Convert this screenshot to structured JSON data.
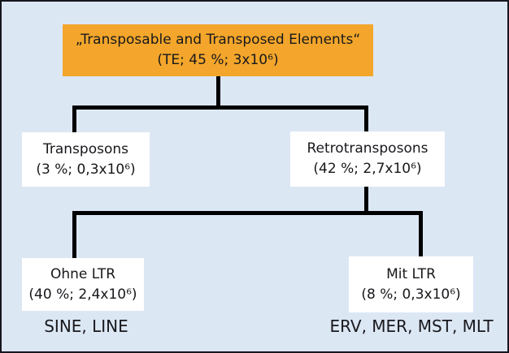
{
  "diagram": {
    "root": {
      "label": "„Transposable and Transposed Elements“",
      "detail": "(TE; 45 %; 3x10⁶)",
      "children": [
        {
          "label": "Transposons",
          "detail": "(3 %; 0,3x10⁶)"
        },
        {
          "label": "Retrotransposons",
          "detail": "(42 %; 2,7x10⁶)",
          "children": [
            {
              "label": "Ohne LTR",
              "detail": "(40 %; 2,4x10⁶)",
              "examples": "SINE, LINE"
            },
            {
              "label": "Mit LTR",
              "detail": "(8 %; 0,3x10⁶)",
              "examples": "ERV, MER, MST, MLT"
            }
          ]
        }
      ]
    },
    "colors": {
      "background": "#dce7f4",
      "root_fill": "#f3a62b",
      "node_fill": "#ffffff",
      "connector": "#000000",
      "text": "#18181c",
      "frame_border": "#16161d"
    }
  }
}
